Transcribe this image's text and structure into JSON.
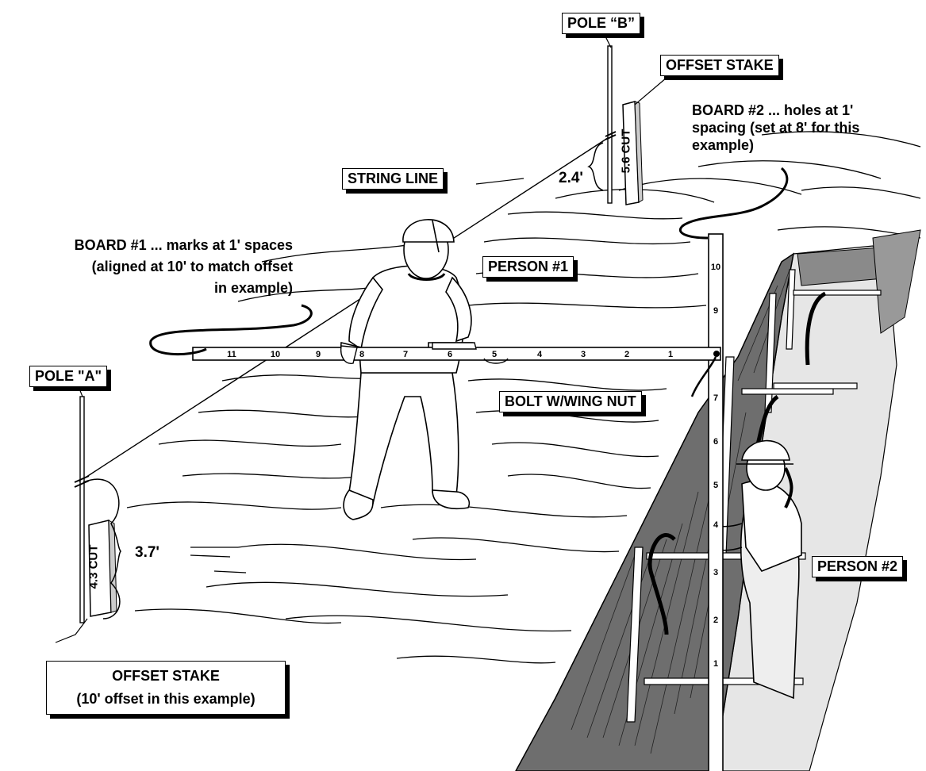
{
  "labels": {
    "pole_b": "POLE “B”",
    "offset_stake_top": "OFFSET STAKE",
    "board2_line1": "BOARD #2 ... holes at 1'",
    "board2_line2": "spacing (set at 8' for this",
    "board2_line3": "example)",
    "string_line": "STRING LINE",
    "board1_line1": "BOARD #1 ... marks at 1' spaces",
    "board1_line2": "(aligned at 10' to match offset",
    "board1_line3": "in example)",
    "person1": "PERSON #1",
    "pole_a": "POLE \"A\"",
    "bolt": "BOLT W/WING NUT",
    "person2": "PERSON #2",
    "offset_stake_bottom_line1": "OFFSET STAKE",
    "offset_stake_bottom_line2": "(10' offset in this example)"
  },
  "measurements": {
    "pole_b_height": "2.4'",
    "pole_a_height": "3.7'",
    "stake_b_cut": "5.6 CUT",
    "stake_a_cut": "4.3 CUT"
  },
  "board1_marks": [
    "11",
    "10",
    "9",
    "8",
    "7",
    "6",
    "5",
    "4",
    "3",
    "2",
    "1"
  ],
  "board2_marks": [
    "10",
    "9",
    "7",
    "6",
    "5",
    "4",
    "3",
    "2",
    "1"
  ]
}
